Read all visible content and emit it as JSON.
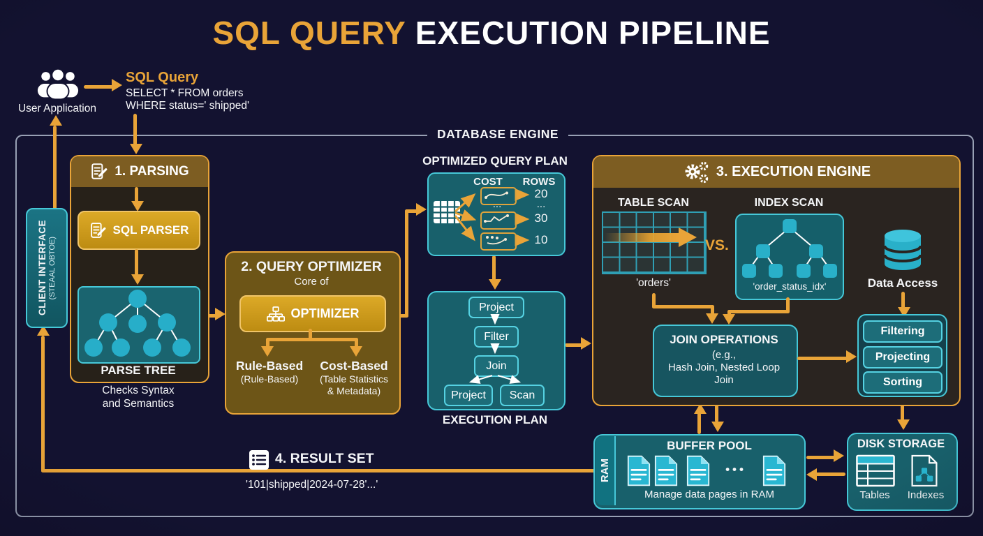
{
  "title": {
    "highlight": "SQL QUERY",
    "rest": "EXECUTION PIPELINE"
  },
  "user_flow": {
    "user_label": "User Application",
    "query_title": "SQL Query",
    "query_line1": "SELECT * FROM orders",
    "query_line2": "WHERE status=' shipped'"
  },
  "engine": {
    "label": "DATABASE ENGINE"
  },
  "client_interface": {
    "title": "CLIENT INTERFACE",
    "subtitle": "(STEAAL OBTOE)"
  },
  "parsing": {
    "title": "1. PARSING",
    "parser": "SQL PARSER",
    "tree_label": "PARSE TREE",
    "note1": "Checks Syntax",
    "note2": "and Semantics"
  },
  "optimizer": {
    "title": "2. QUERY OPTIMIZER",
    "subtitle": "Core of",
    "button": "OPTIMIZER",
    "rule_title": "Rule-Based",
    "rule_sub": "(Rule-Based)",
    "cost_title": "Cost-Based",
    "cost_sub1": "(Table Statistics",
    "cost_sub2": "& Metadata)"
  },
  "plan": {
    "title": "OPTIMIZED QUERY PLAN",
    "cost_header": "COST",
    "rows_header": "ROWS",
    "cost_dots": "...",
    "rows_dots": "...",
    "row_values": [
      "20",
      "30",
      "10"
    ]
  },
  "exec_plan": {
    "label": "EXECUTION PLAN",
    "nodes": [
      "Project",
      "Filter",
      "Join",
      "Project",
      "Scan"
    ]
  },
  "engine3": {
    "title": "3. EXECUTION ENGINE",
    "table_scan": "TABLE SCAN",
    "orders": "'orders'",
    "vs": "VS.",
    "index_scan": "INDEX SCAN",
    "index_name": "'order_status_idx'",
    "data_access": "Data Access",
    "join_title": "JOIN OPERATIONS",
    "join_sub1": "(e.g.,",
    "join_sub2": "Hash Join, Nested Loop",
    "join_sub3": "Join",
    "ops": [
      "Filtering",
      "Projecting",
      "Sorting"
    ]
  },
  "result": {
    "title": "4. RESULT SET",
    "value": "'101|shipped|2024-07-28'...'"
  },
  "buffer": {
    "ram": "RAM",
    "title": "BUFFER POOL",
    "dots": "•••",
    "caption": "Manage data pages in RAM"
  },
  "disk": {
    "title": "DISK STORAGE",
    "tables": "Tables",
    "indexes": "Indexes"
  },
  "colors": {
    "background": "#131230",
    "accent_orange": "#e9a438",
    "gold_button": "#d29c1e",
    "header_brown": "#7d5d22",
    "teal_fill": "#18606b",
    "teal_border": "#46c8d8",
    "node_teal": "#2cb6d0",
    "text_white": "#f5f6f8"
  }
}
